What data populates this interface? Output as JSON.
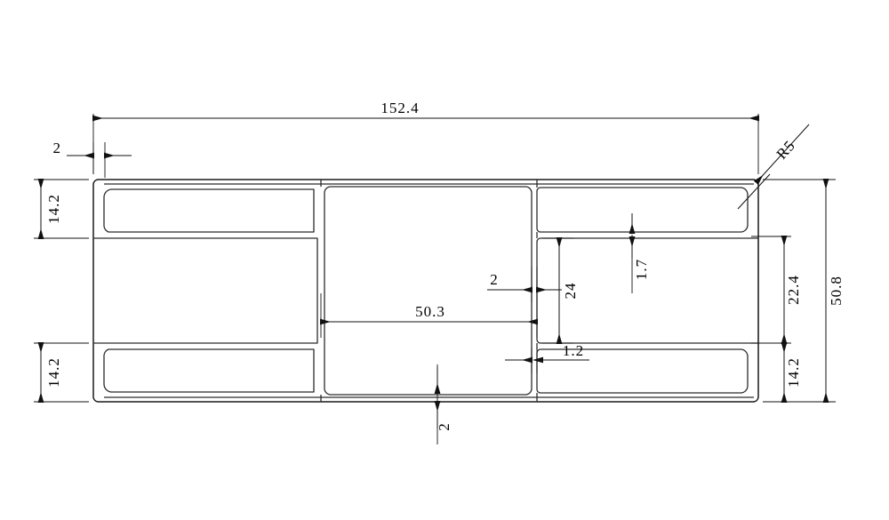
{
  "drawing": {
    "type": "technical-drawing",
    "subject": "extruded-profile-cross-section",
    "units": "mm",
    "dimensions": {
      "overall_width": "152.4",
      "overall_height": "50.8",
      "wall_thickness_left": "2",
      "wall_thickness_bottom": "2",
      "wall_thickness_rib": "2",
      "top_chamber_height_left": "14.2",
      "bottom_chamber_height_left": "14.2",
      "bottom_chamber_height_right": "14.2",
      "right_mid_height": "22.4",
      "center_span": "50.3",
      "right_chamber_height": "24",
      "rib_thickness_horizontal": "1.7",
      "rib_thickness_vertical": "1.2",
      "corner_radius": "R5"
    },
    "labels": {
      "overall_width": "152.4",
      "overall_height": "50.8",
      "left_top_thickness": "2",
      "left_top_height": "14.2",
      "left_bottom_height": "14.2",
      "center_span": "50.3",
      "center_bottom_thickness": "2",
      "rib_gap": "2",
      "right_chamber_height": "24",
      "rib_horizontal": "1.7",
      "rib_vertical": "1.2",
      "right_mid_height": "22.4",
      "right_bottom_height": "14.2",
      "radius": "R5"
    },
    "colors": {
      "line": "#1a1a1a",
      "dimension": "#111111",
      "background": "#ffffff"
    }
  }
}
